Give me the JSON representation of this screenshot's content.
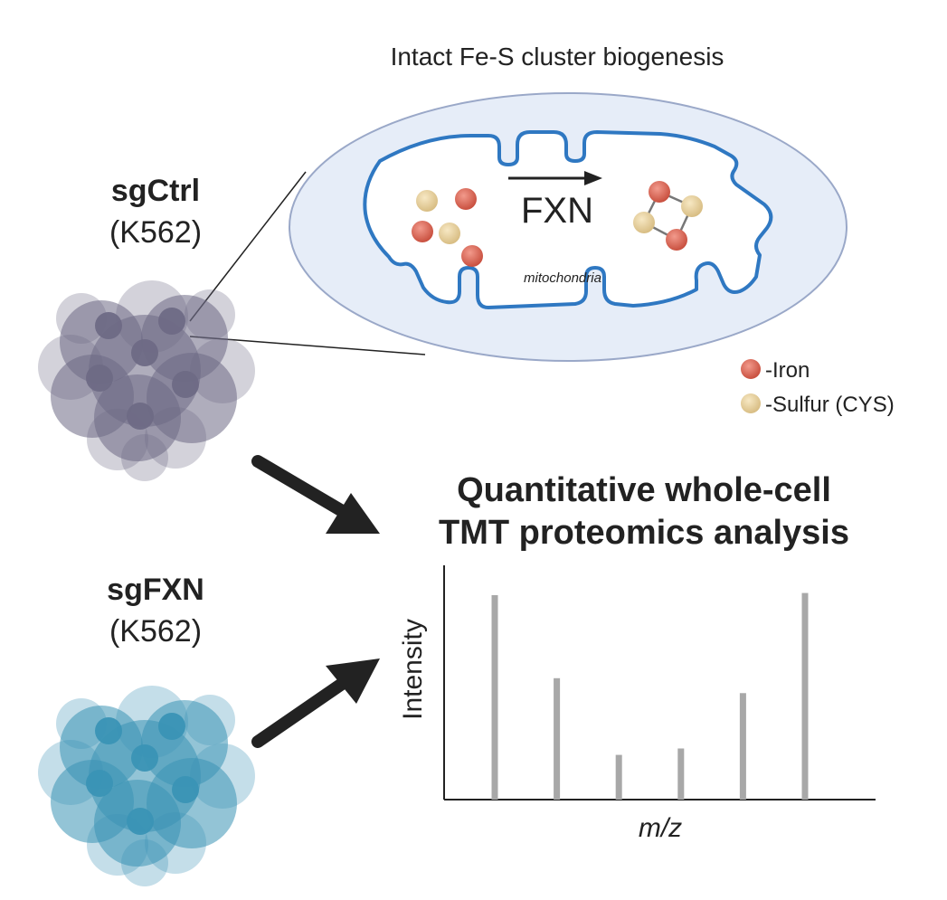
{
  "title": "Intact Fe-S cluster biogenesis",
  "groups": {
    "control": {
      "name": "sgCtrl",
      "cell_line": "(K562)"
    },
    "knockout": {
      "name": "sgFXN",
      "cell_line": "(K562)"
    }
  },
  "mitochondrion": {
    "label": "mitochondria",
    "reaction_label": "FXN"
  },
  "legend": [
    {
      "label": "-Iron",
      "color": "#d9695a"
    },
    {
      "label": "-Sulfur (CYS)",
      "color": "#e8d29f"
    }
  ],
  "analysis": {
    "title_line1": "Quantitative whole-cell",
    "title_line2": "TMT proteomics analysis"
  },
  "chart_data": {
    "type": "bar",
    "xlabel": "m/z",
    "ylabel": "Intensity",
    "x": [
      1,
      2,
      3,
      4,
      5,
      6
    ],
    "values": [
      0.96,
      0.57,
      0.21,
      0.24,
      0.5,
      0.97
    ],
    "ylim": [
      0,
      1.1
    ],
    "grid": false
  },
  "colors": {
    "control_cells": "#6e6a85",
    "knockout_cells": "#3a93b5",
    "membrane": "#2f78c2",
    "mito_fill": "#e6edf8",
    "arrow": "#222222",
    "peaks": "#a8a8a8"
  }
}
